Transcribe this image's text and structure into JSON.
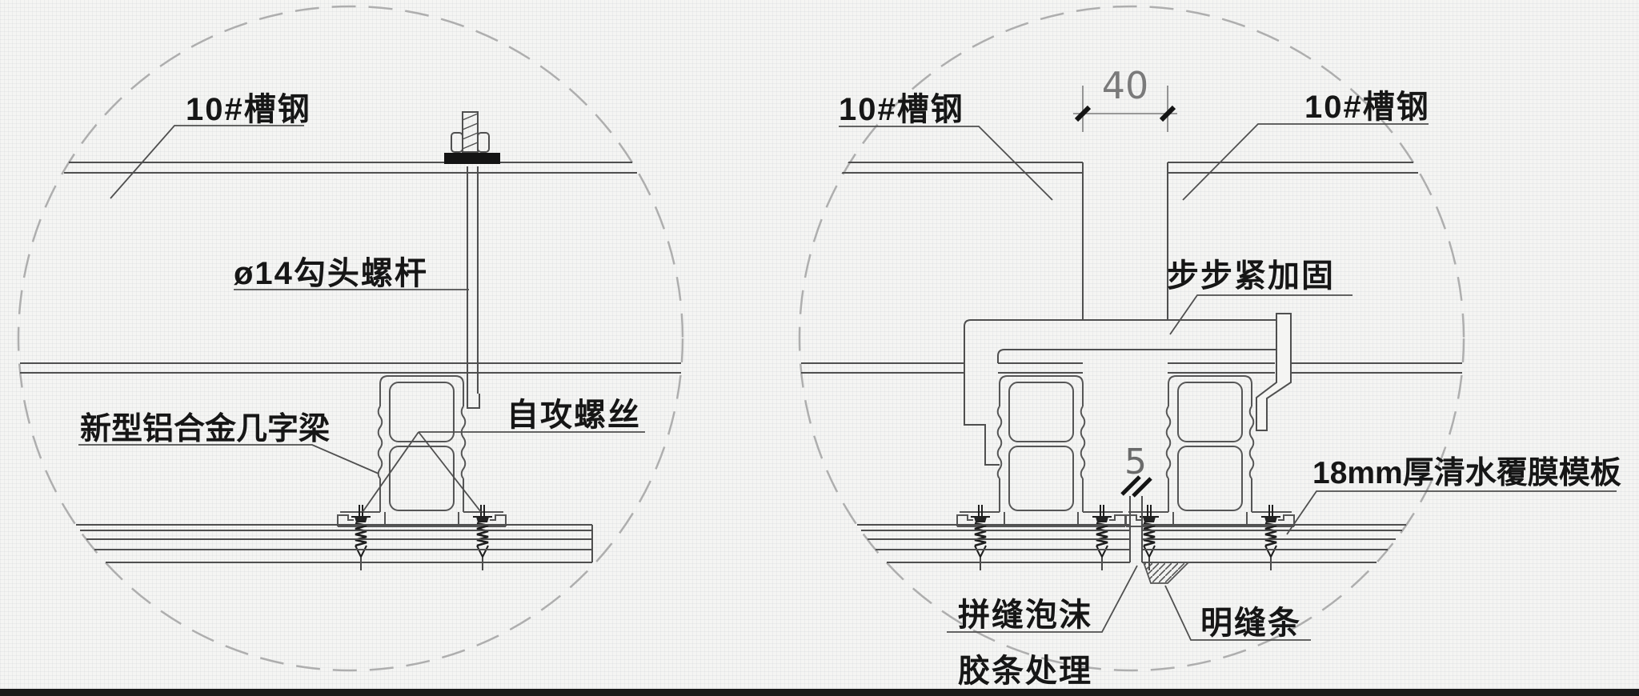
{
  "drawing": {
    "colors": {
      "background": "#f5f5f3",
      "line": "#4f4f4f",
      "light_line": "#adadad",
      "text": "#161616",
      "solid_fill": "#141414"
    },
    "left_detail": {
      "labels": {
        "channel_steel": "10#槽钢",
        "hook_bolt": "ø14勾头螺杆",
        "aluminum_beam": "新型铝合金几字梁",
        "self_tapping_screw": "自攻螺丝"
      }
    },
    "right_detail": {
      "labels": {
        "channel_steel_left": "10#槽钢",
        "channel_steel_right": "10#槽钢",
        "step_clamp": "步步紧加固",
        "formwork": "18mm厚清水覆膜模板",
        "seam_foam_line1": "拼缝泡沫",
        "seam_foam_line2": "胶条处理",
        "reveal_strip": "明缝条"
      },
      "dimensions": {
        "gap_width": "40",
        "panel_joint": "5"
      }
    }
  }
}
